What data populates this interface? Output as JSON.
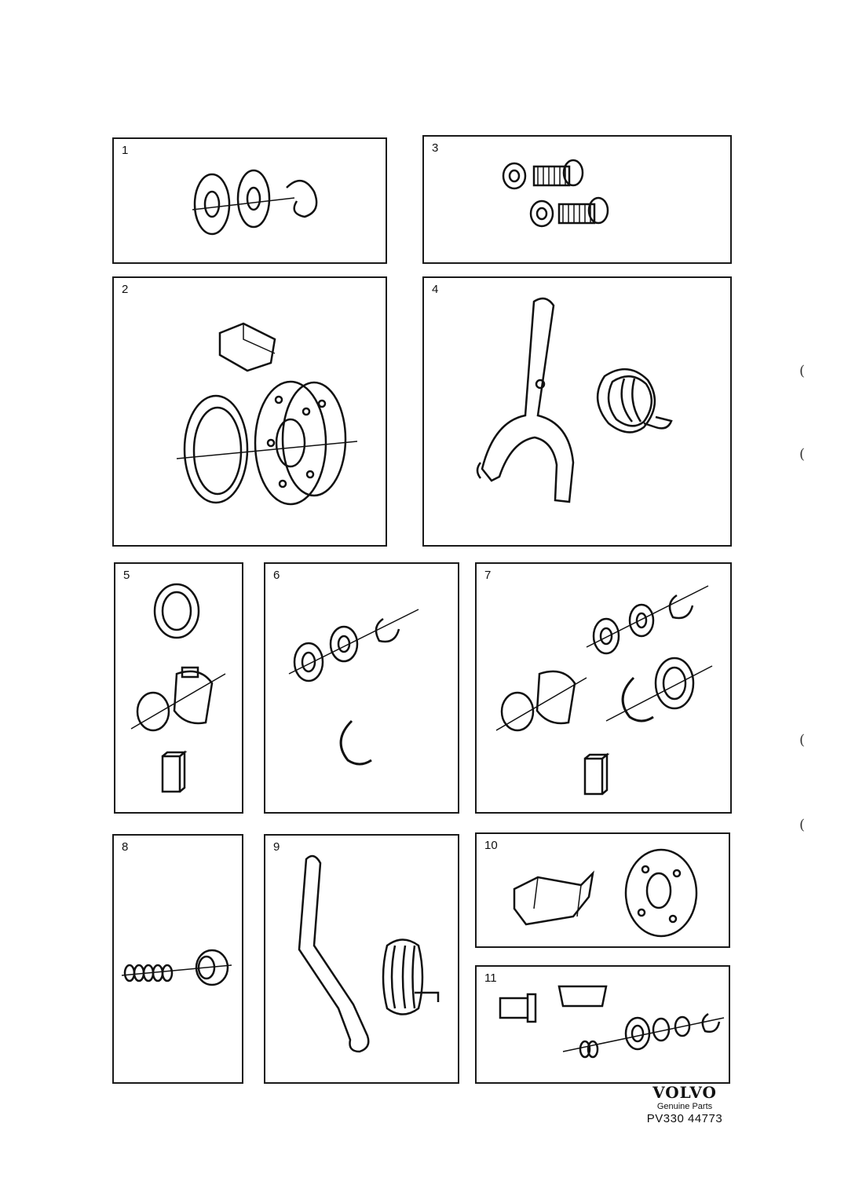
{
  "panels": [
    {
      "number": "1"
    },
    {
      "number": "2"
    },
    {
      "number": "3"
    },
    {
      "number": "4"
    },
    {
      "number": "5"
    },
    {
      "number": "6"
    },
    {
      "number": "7"
    },
    {
      "number": "8"
    },
    {
      "number": "9"
    },
    {
      "number": "10"
    },
    {
      "number": "11"
    }
  ],
  "brand": {
    "logo": "VOLVO",
    "tagline": "Genuine Parts",
    "code": "PV330 44773"
  },
  "margin_marks": [
    "(",
    "(",
    "(",
    "("
  ]
}
